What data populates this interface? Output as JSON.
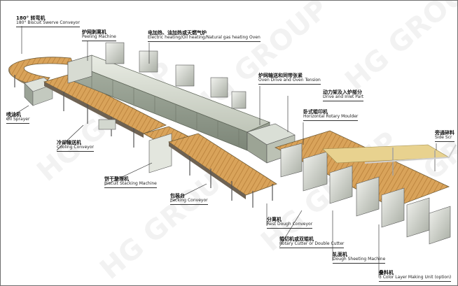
{
  "watermark": "HG GROUP",
  "labels": {
    "swerve": {
      "cn": "180° 转弯机",
      "en": "180° Biscuit Swerve Conveyor"
    },
    "peeling": {
      "cn": "炉网剥离机",
      "en": "Peeling Machine"
    },
    "oven": {
      "cn": "电加热、油加热或天燃气炉",
      "en": "Electric heating/Oil heating/Natural gas heating Oven"
    },
    "oven_drive": {
      "cn": "炉网输送和同带张紧",
      "en": "Oven Drive and Oven Tension"
    },
    "drive_inlet": {
      "cn": "动力架及入炉部分",
      "en": "Drive and Inlet Part"
    },
    "rotary_moulder": {
      "cn": "卧式辊印机",
      "en": "Horizontal Rotary Moulder"
    },
    "oil_sprayer": {
      "cn": "喷油机",
      "en": "Oil Sprayer"
    },
    "cooling": {
      "cn": "冷却输送机",
      "en": "Cooling Conveyor"
    },
    "stacking": {
      "cn": "饼干整理机",
      "en": "Biscuit Stacking Machine"
    },
    "packing": {
      "cn": "包装台",
      "en": "Packing Conveyor"
    },
    "side_scrap": {
      "cn": "旁通碎料",
      "en": "Side Scr"
    },
    "rest_dough": {
      "cn": "分离机",
      "en": "Rest Dough Conveyor"
    },
    "rotary_cutter": {
      "cn": "辊切机或双辊机",
      "en": "Rotary Cutter or Double Cutter"
    },
    "sheeting": {
      "cn": "轧面机",
      "en": "Dough Sheeting Machine"
    },
    "laminator": {
      "cn": "叠料机",
      "en": "3 Color Layer Making Unit (option)"
    }
  }
}
